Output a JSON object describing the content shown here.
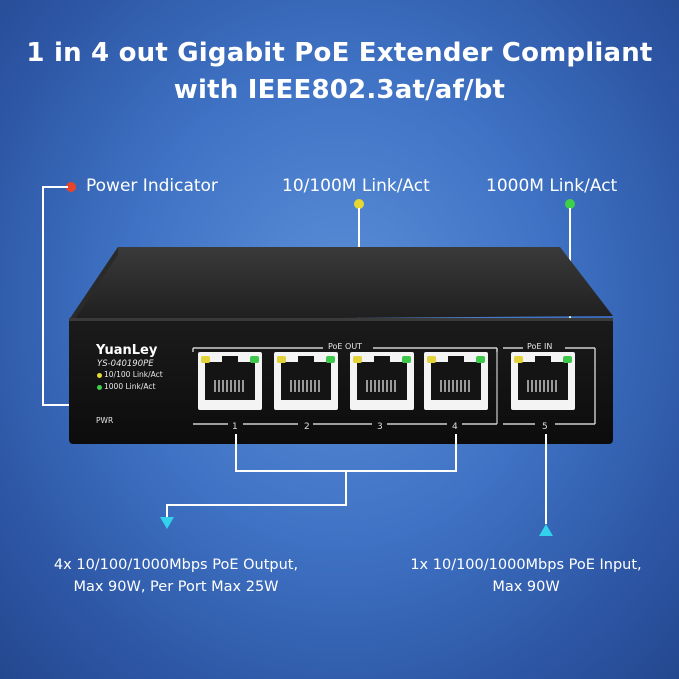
{
  "header": {
    "title_line1": "1 in 4 out Gigabit PoE Extender Compliant",
    "title_line2": "with IEEE802.3at/af/bt"
  },
  "callouts": {
    "power": "Power Indicator",
    "link100": "10/100M Link/Act",
    "link1000": "1000M Link/Act",
    "output": [
      "4x 10/100/1000Mbps PoE Output,",
      "Max 90W, Per Port Max 25W"
    ],
    "input": [
      "1x 10/100/1000Mbps PoE Input,",
      "Max 90W"
    ]
  },
  "device": {
    "brand": "YuanLey",
    "model": "YS-040190PE",
    "legend_100": "10/100 Link/Act",
    "legend_1000": "1000 Link/Act",
    "pwr": "PWR",
    "poe_out": "PoE OUT",
    "poe_in": "PoE IN",
    "port_numbers": [
      "1",
      "2",
      "3",
      "4",
      "5"
    ]
  },
  "colors": {
    "power_dot": "#e8442a",
    "link100_dot": "#e6d830",
    "link1000_dot": "#3fd04a",
    "arrow": "#32d1ec"
  }
}
